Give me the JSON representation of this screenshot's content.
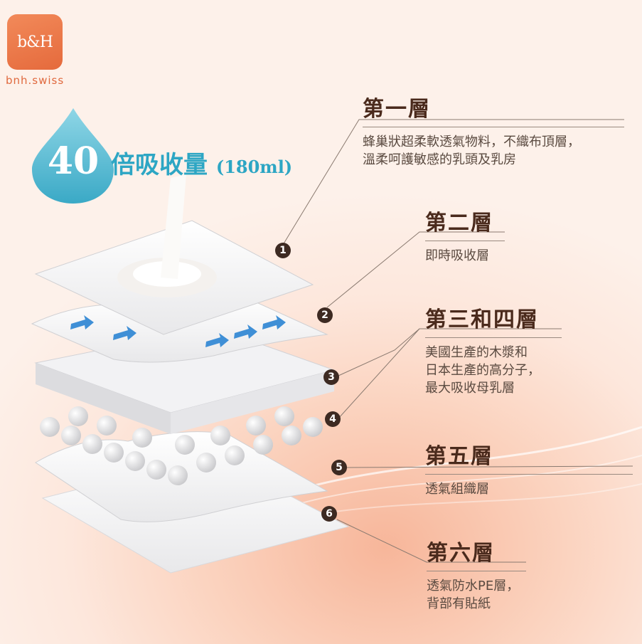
{
  "brand": {
    "logo_text": "b&H",
    "site": "bnh.swiss"
  },
  "headline": {
    "multiplier": "40",
    "text": "倍吸收量",
    "capacity": "(180ml)"
  },
  "colors": {
    "accent_blue": "#2da6c4",
    "logo_orange": "#e9703f",
    "title_brown": "#4a2a1c",
    "badge": "#3d2a22"
  },
  "layers": [
    {
      "badge": "1",
      "title": "第一層",
      "desc_line1": "蜂巢狀超柔軟透氣物料，不織布頂層，",
      "desc_line2": "溫柔呵護敏感的乳頭及乳房",
      "desc_line3": ""
    },
    {
      "badge": "2",
      "title": "第二層",
      "desc_line1": "即時吸收層",
      "desc_line2": "",
      "desc_line3": ""
    },
    {
      "badge": "3",
      "title": "第三和四層",
      "desc_line1": "美國生產的木漿和",
      "desc_line2": "日本生產的高分子，",
      "desc_line3": "最大吸收母乳層"
    },
    {
      "badge": "4"
    },
    {
      "badge": "5",
      "title": "第五層",
      "desc_line1": "透氣組織層",
      "desc_line2": "",
      "desc_line3": ""
    },
    {
      "badge": "6",
      "title": "第六層",
      "desc_line1": "透氣防水PE層，",
      "desc_line2": "背部有貼紙",
      "desc_line3": ""
    }
  ]
}
